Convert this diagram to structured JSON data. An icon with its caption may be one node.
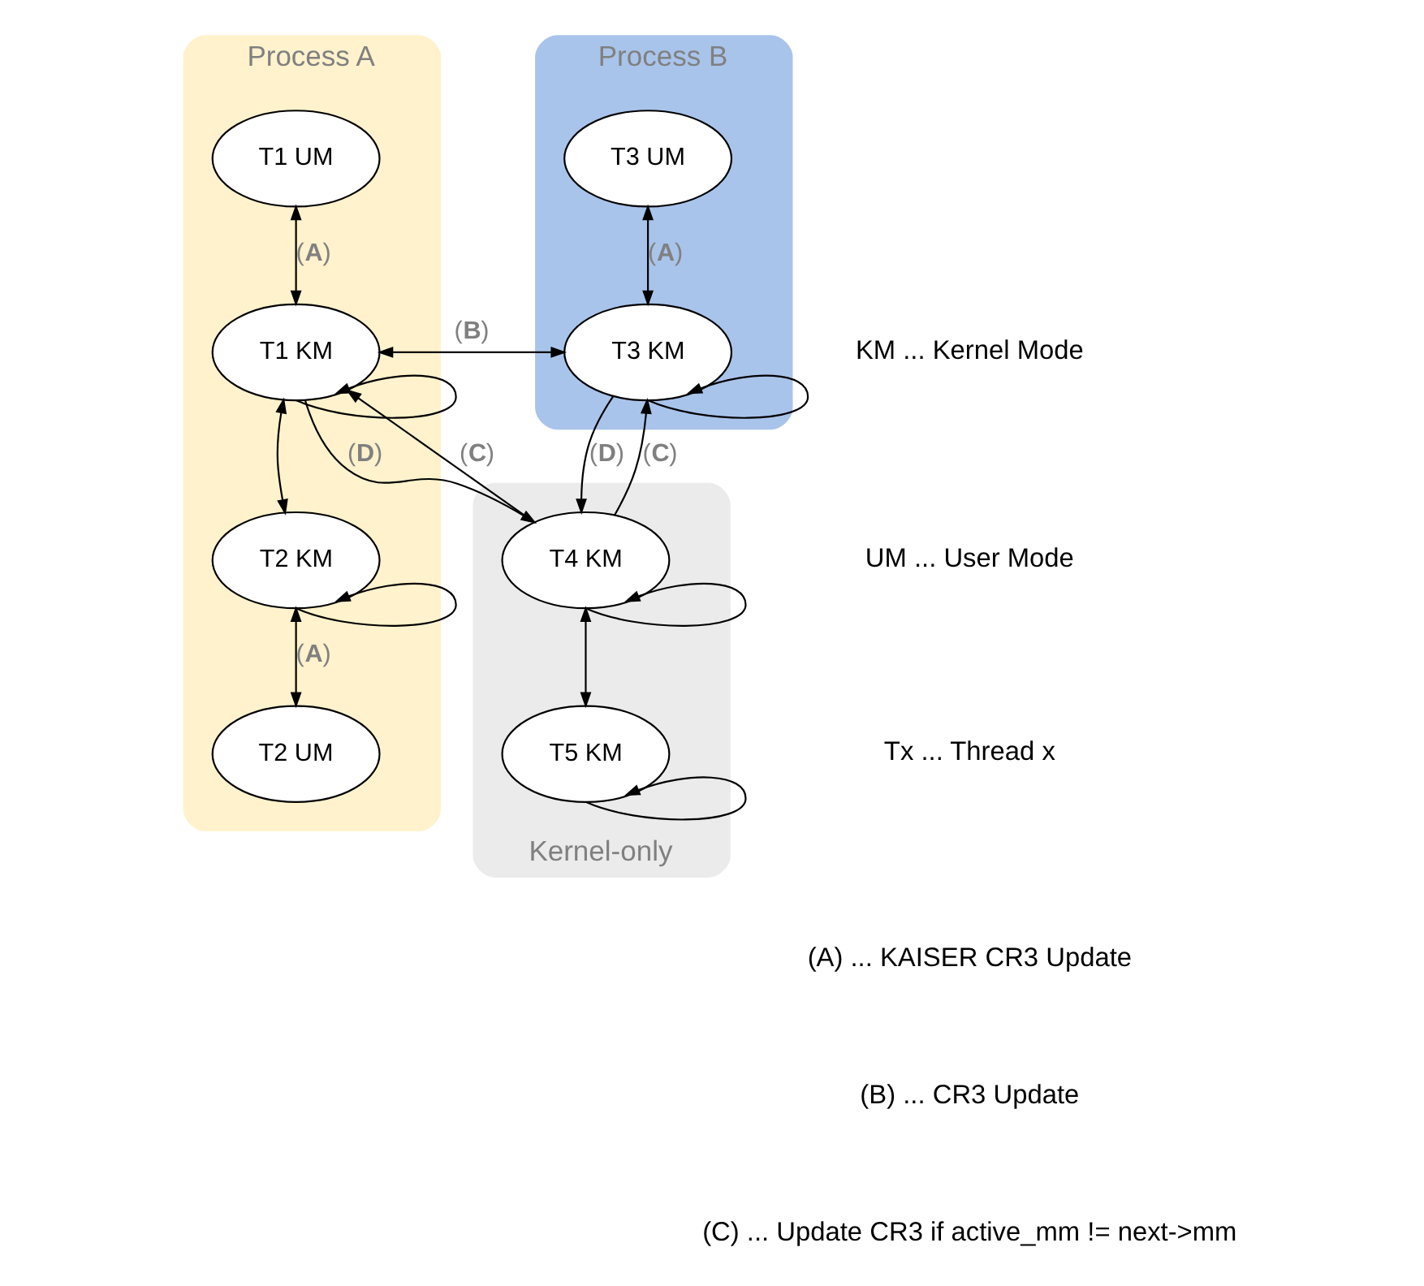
{
  "diagram": {
    "nodes": [
      {
        "text": [
          "Process A"
        ]
      },
      {
        "text": [
          "T1 UM"
        ],
        "in": 0
      },
      {
        "text": [
          "T1 KM"
        ],
        "in": 0
      },
      {
        "text": [
          "T2 KM"
        ],
        "in": 0
      },
      {
        "text": [
          "T2 UM"
        ],
        "in": 0
      },
      {
        "text": [
          "Process B"
        ]
      },
      {
        "text": [
          "T3 UM"
        ],
        "in": 5
      },
      {
        "text": [
          "T3 KM"
        ],
        "in": 5
      },
      {
        "text": [
          "Kernel-only"
        ]
      },
      {
        "text": [
          "T4 KM"
        ],
        "in": 8
      },
      {
        "text": [
          "T5 KM"
        ],
        "in": 8
      }
    ],
    "edges": [
      {
        "from": 1,
        "to": 2,
        "arrow": "both",
        "label": "(**A**)"
      },
      {
        "from": 2,
        "to": 7,
        "arrow": "both",
        "label": "(**B**)"
      },
      {
        "from": 2,
        "to": 2,
        "arrow": "to"
      },
      {
        "from": 2,
        "to": 3,
        "arrow": "both"
      },
      {
        "from": 3,
        "to": 3,
        "arrow": "to"
      },
      {
        "from": 3,
        "to": 4,
        "arrow": "both",
        "label": "(**A**)"
      },
      {
        "from": 6,
        "to": 7,
        "arrow": "both",
        "label": "(**A**)"
      },
      {
        "from": 7,
        "to": 7,
        "arrow": "to"
      },
      {
        "from": 2,
        "to": 9,
        "arrow": "to",
        "label": "(**D**)"
      },
      {
        "from": 9,
        "to": 2,
        "arrow": "to",
        "label": "(**C**)"
      },
      {
        "from": 7,
        "to": 9,
        "arrow": "to",
        "label": "(**D**)"
      },
      {
        "from": 9,
        "to": 7,
        "arrow": "to",
        "label": "(**C**)"
      },
      {
        "from": 9,
        "to": 9,
        "arrow": "to"
      },
      {
        "from": 9,
        "to": 10,
        "arrow": "both"
      },
      {
        "from": 10,
        "to": 10,
        "arrow": "to"
      }
    ],
    "labels": [
      "KM ... Kernel Mode",
      "UM ... User Mode",
      "Tx ... Thread x",
      "(A) ... KAISER CR3 Update",
      "(B) ... CR3 Update",
      "(C) ... Update CR3 if active_mm != next->mm"
    ]
  }
}
